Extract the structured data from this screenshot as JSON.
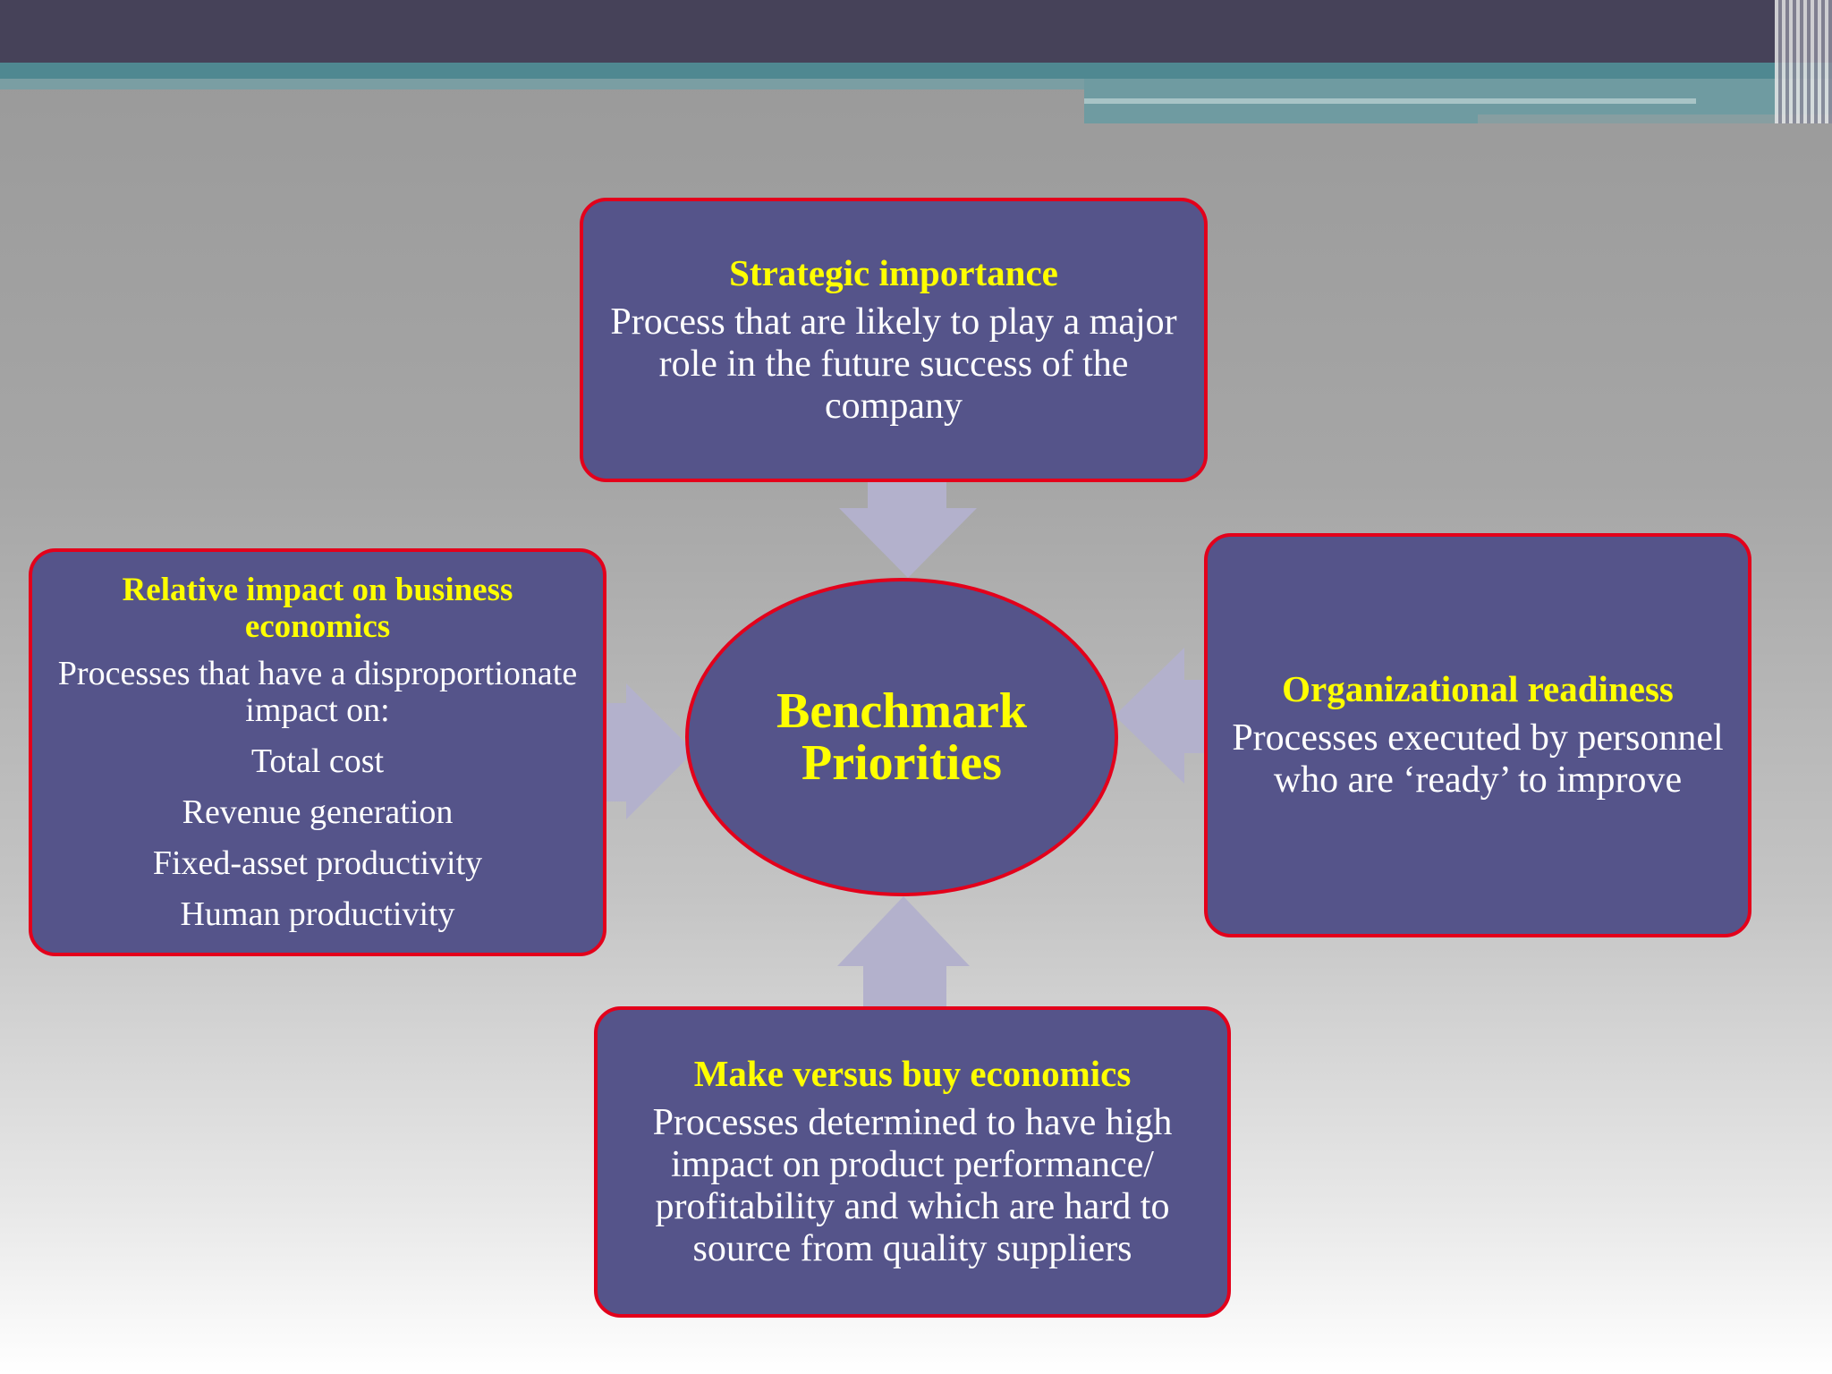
{
  "colors": {
    "box_fill": "#55548a",
    "box_border": "#e3001b",
    "heading_text": "#ffff00",
    "body_text": "#ffffff",
    "arrow": "#b3b1cc"
  },
  "center": {
    "line1": "Benchmark",
    "line2": "Priorities"
  },
  "top": {
    "heading": "Strategic importance",
    "body": "Process that are likely to play a major role in the future success of the company"
  },
  "left": {
    "heading": "Relative impact on business economics",
    "body": "Processes that have a disproportionate impact on:",
    "items": [
      "Total cost",
      "Revenue generation",
      "Fixed-asset productivity",
      "Human productivity"
    ]
  },
  "right": {
    "heading": "Organizational readiness",
    "body": "Processes executed by personnel who are ‘ready’ to improve"
  },
  "bottom": {
    "heading": "Make versus buy economics",
    "body": "Processes determined to have high impact on product performance/ profitability and which are hard to source from quality suppliers"
  }
}
